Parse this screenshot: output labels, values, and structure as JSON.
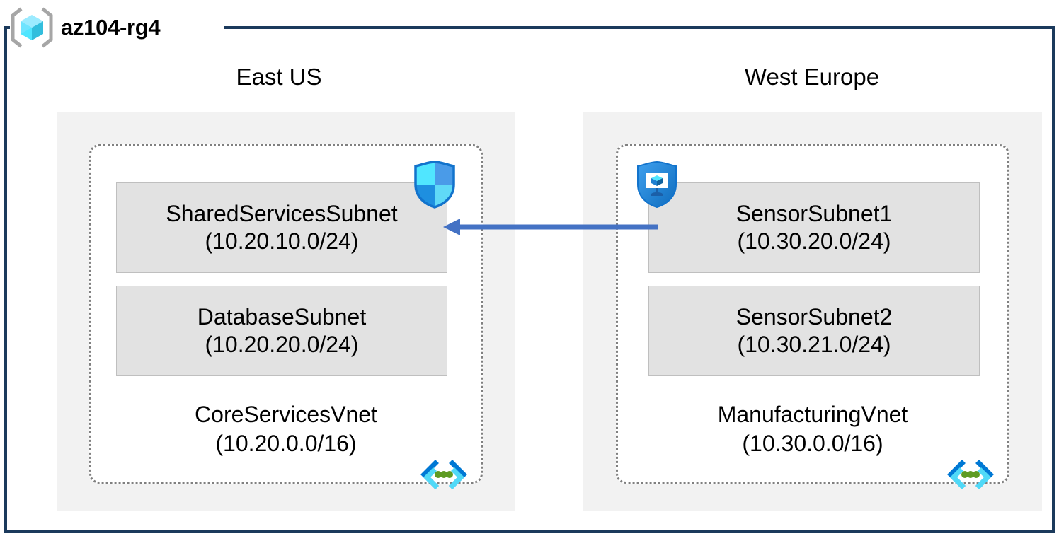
{
  "resource_group": {
    "name": "az104-rg4",
    "icon": "resource-group-cube-icon",
    "border_color": "#1B3A5C"
  },
  "regions": [
    {
      "label": "East US",
      "vnet": {
        "name": "CoreServicesVnet",
        "cidr": "(10.20.0.0/16)",
        "peering_icon": "vnet-peering-icon",
        "subnets": [
          {
            "name": "SharedServicesSubnet",
            "cidr": "(10.20.10.0/24)",
            "attached_icon": "network-security-group-shield-icon"
          },
          {
            "name": "DatabaseSubnet",
            "cidr": "(10.20.20.0/24)",
            "attached_icon": null
          }
        ]
      }
    },
    {
      "label": "West Europe",
      "vnet": {
        "name": "ManufacturingVnet",
        "cidr": "(10.30.0.0/16)",
        "peering_icon": "vnet-peering-icon",
        "subnets": [
          {
            "name": "SensorSubnet1",
            "cidr": "(10.30.20.0/24)",
            "attached_icon": "application-security-group-icon"
          },
          {
            "name": "SensorSubnet2",
            "cidr": "(10.30.21.0/24)",
            "attached_icon": null
          }
        ]
      }
    }
  ],
  "connection": {
    "icon": "peering-arrow-left-icon",
    "color": "#4472C4",
    "direction": "right-to-left"
  },
  "colors": {
    "region_fill": "#F2F2F2",
    "subnet_fill": "#E2E2E2",
    "subnet_border": "#BFBFBF",
    "vnet_border": "#808080",
    "arrow": "#4472C4",
    "frame": "#1B3A5C",
    "cube_cyan": "#50E6FF",
    "shield_blue": "#0078D4"
  }
}
